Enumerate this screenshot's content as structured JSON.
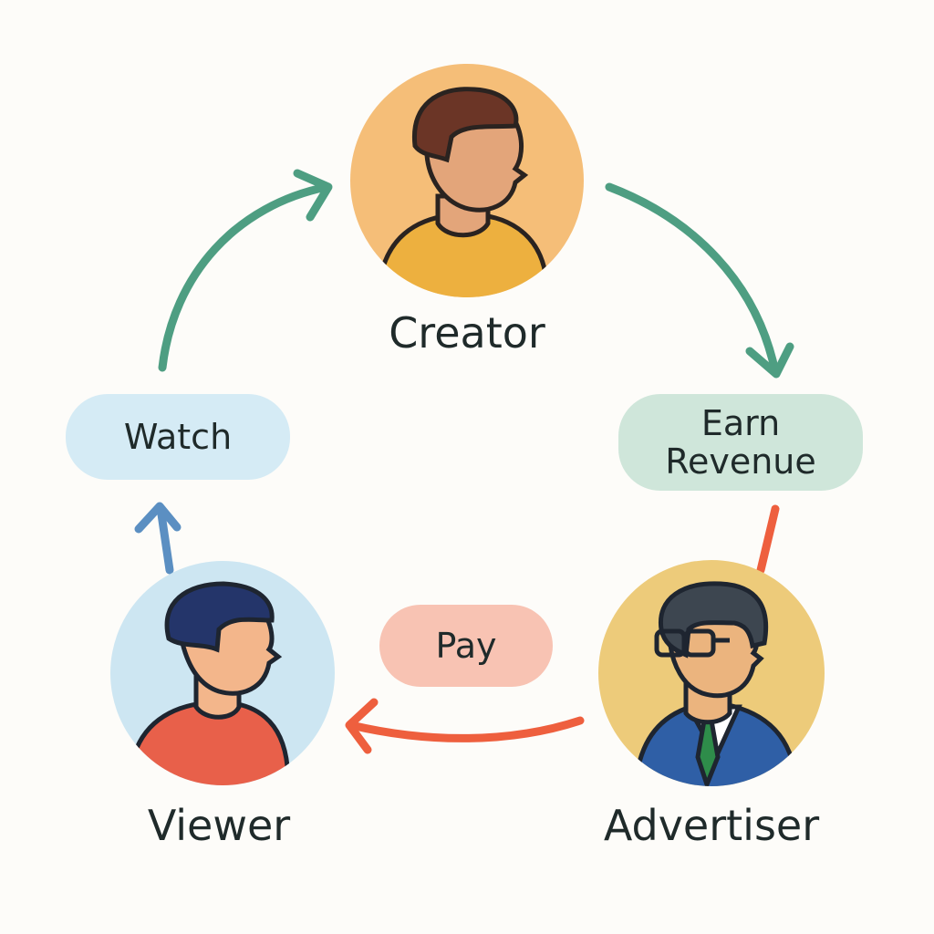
{
  "actors": {
    "creator": {
      "label": "Creator",
      "color": "#F5BE78"
    },
    "viewer": {
      "label": "Viewer",
      "color": "#CDE6F2"
    },
    "advertiser": {
      "label": "Advertiser",
      "color": "#EDCB7A"
    }
  },
  "actions": {
    "watch": {
      "label": "Watch",
      "color": "#D5EBF5"
    },
    "earn": {
      "line1": "Earn",
      "line2": "Revenue",
      "color": "#CFE6DA"
    },
    "pay": {
      "label": "Pay",
      "color": "#F8C3B3"
    }
  },
  "arrow_colors": {
    "green": "#4E9E82",
    "orange": "#EE5F3E",
    "blue": "#5B8FC2"
  }
}
